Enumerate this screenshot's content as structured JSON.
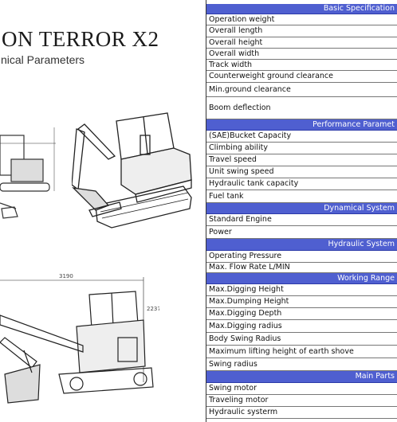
{
  "header": {
    "title": "ON TERROR X2",
    "subtitle": "nical Parameters"
  },
  "dimension_labels": {
    "overall_length_mark": "3190",
    "height_mark": "2237"
  },
  "spec_table": [
    {
      "kind": "head",
      "label": "Basic Specification"
    },
    {
      "kind": "row",
      "label": "Operation weight"
    },
    {
      "kind": "row",
      "label": "Overall length"
    },
    {
      "kind": "row",
      "label": "Overall height"
    },
    {
      "kind": "row",
      "label": "Overall width"
    },
    {
      "kind": "row",
      "label": "Track width"
    },
    {
      "kind": "row",
      "label": "Counterweight ground clearance"
    },
    {
      "kind": "row",
      "label": "Min.ground clearance"
    },
    {
      "kind": "row",
      "label": "Boom deflection"
    },
    {
      "kind": "head",
      "label": "Performance Paramet"
    },
    {
      "kind": "row",
      "label": "(SAE)Bucket Capacity"
    },
    {
      "kind": "row",
      "label": "Climbing ability"
    },
    {
      "kind": "row",
      "label": "Travel speed"
    },
    {
      "kind": "row",
      "label": "Unit swing speed"
    },
    {
      "kind": "row",
      "label": "Hydraulic tank capacity"
    },
    {
      "kind": "row",
      "label": "Fuel tank"
    },
    {
      "kind": "head",
      "label": "Dynamical System"
    },
    {
      "kind": "row",
      "label": "Standard Engine"
    },
    {
      "kind": "row",
      "label": "Power"
    },
    {
      "kind": "head",
      "label": "Hydraulic System"
    },
    {
      "kind": "row",
      "label": "Operating Pressure"
    },
    {
      "kind": "row",
      "label": "Max. Flow Rate L/MIN"
    },
    {
      "kind": "head",
      "label": "Working Range"
    },
    {
      "kind": "row",
      "label": "Max.Digging Height"
    },
    {
      "kind": "row",
      "label": "Max.Dumping Height"
    },
    {
      "kind": "row",
      "label": "Max.Digging Depth"
    },
    {
      "kind": "row",
      "label": "Max.Digging radius"
    },
    {
      "kind": "row",
      "label": "Body Swing Radius"
    },
    {
      "kind": "row",
      "label": "Maximum lifting height of earth shove"
    },
    {
      "kind": "row",
      "label": "Swing radius"
    },
    {
      "kind": "head",
      "label": "Main Parts"
    },
    {
      "kind": "row",
      "label": "Swing motor"
    },
    {
      "kind": "row",
      "label": "Traveling motor"
    },
    {
      "kind": "row",
      "label": "Hydraulic systerm"
    }
  ]
}
